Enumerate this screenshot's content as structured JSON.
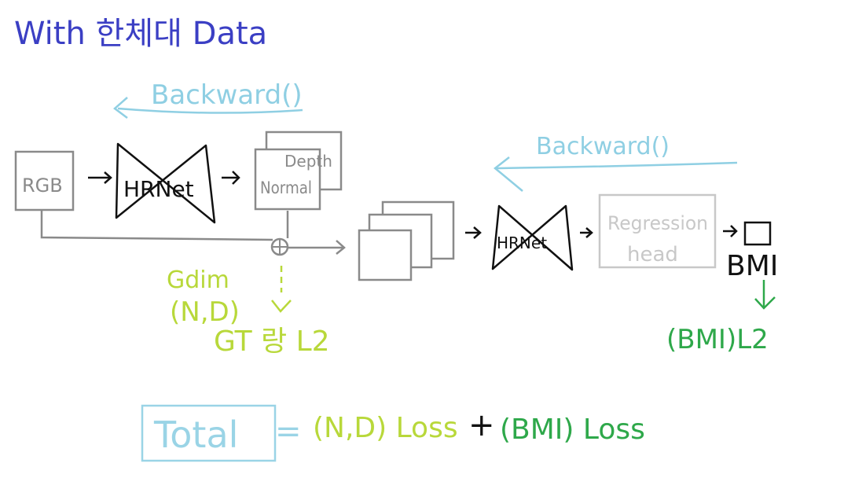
{
  "title": "With 한체대 Data",
  "colors": {
    "title": "#3b3fc4",
    "backward": "#8fcfe3",
    "box": "#8a8a8a",
    "ink": "#111111",
    "light_box": "#c8c8c8",
    "loss_yellow": "#b8d83a",
    "loss_green": "#2ea84a",
    "total": "#9ad4e6"
  },
  "stage1": {
    "backward_label": "Backward()",
    "rgb_label": "RGB",
    "hrnet_label": "HRNet",
    "output_top_label": "Depth",
    "output_bottom_label": "Normal",
    "loss_name": "Gdim",
    "loss_pair": "(N,D)",
    "loss_target": "GT 랑 L2"
  },
  "stage2": {
    "backward_label": "Backward()",
    "hrnet_label": "HRNet",
    "regression_line1": "Regression",
    "regression_line2": "head",
    "bmi_label": "BMI",
    "loss_label": "(BMI)L2"
  },
  "total": {
    "lhs_label": "Total",
    "equals": "=",
    "term1": "(N,D) Loss",
    "plus": "+",
    "term2": "(BMI) Loss"
  }
}
